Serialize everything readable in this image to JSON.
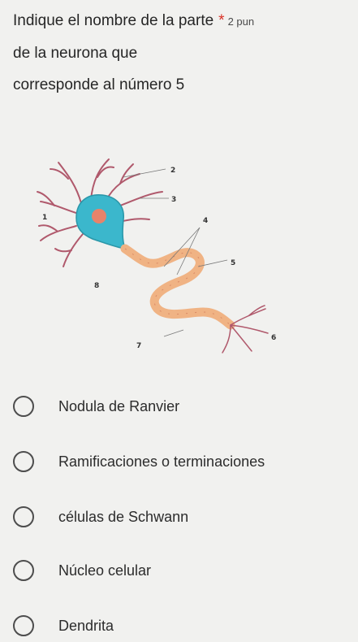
{
  "question": {
    "line1": "Indique el nombre de la parte",
    "required_mark": "*",
    "points": "2 pun",
    "line2": "de la neurona que",
    "line3": "corresponde al número 5"
  },
  "diagram": {
    "labels": [
      "1",
      "2",
      "3",
      "4",
      "5",
      "6",
      "7",
      "8"
    ],
    "colors": {
      "soma": "#3bb7cc",
      "nucleus": "#e8836a",
      "dendrites": "#b0596c",
      "myelin": "#f0b384"
    }
  },
  "options": [
    {
      "label": "Nodula de Ranvier"
    },
    {
      "label": "Ramificaciones o terminaciones"
    },
    {
      "label": "células de Schwann"
    },
    {
      "label": "Núcleo celular"
    },
    {
      "label": "Dendrita"
    }
  ]
}
